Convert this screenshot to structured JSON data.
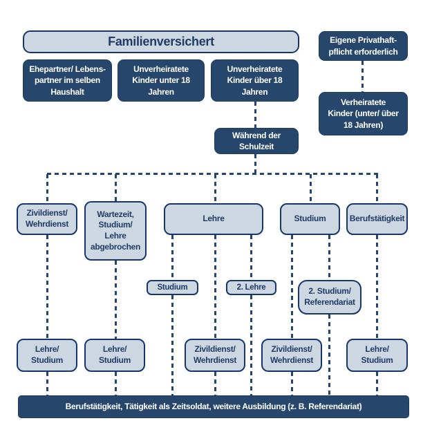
{
  "diagram": {
    "title": "Familienversichert",
    "note_top_right": "Eigene Privathaft-\npflicht erforderlich",
    "members": [
      {
        "label": "Ehepartner/ Lebens-\npartner im selben\nHaushalt"
      },
      {
        "label": "Unverheiratete\nKinder unter 18\nJahren"
      },
      {
        "label": "Unverheiratete\nKinder über 18\nJahren"
      }
    ],
    "married_children": "Verheiratete\nKinder (unter/ über\n18 Jahren)",
    "during_school": "Während der\nSchulzeit",
    "stage1": [
      {
        "label": "Zivildienst/\nWehrdienst"
      },
      {
        "label": "Wartezeit,\nStudium/\nLehre\nabgebrochen"
      },
      {
        "label": "Lehre"
      },
      {
        "label": "Studium"
      },
      {
        "label": "Berufstätigkeit"
      }
    ],
    "stage2": [
      {
        "label": "Studium"
      },
      {
        "label": "2. Lehre"
      },
      {
        "label": "2. Studium/\nReferendariat"
      }
    ],
    "stage3": [
      {
        "label": "Lehre/\nStudium"
      },
      {
        "label": "Lehre/\nStudium"
      },
      {
        "label": "Zivildienst/\nWehrdienst"
      },
      {
        "label": "Zivildienst/\nWehrdienst"
      },
      {
        "label": "Lehre/\nStudium"
      }
    ],
    "footer": "Berufstätigkeit, Tätigkeit als Zeitsoldat, weitere Ausbildung (z. B. Referendariat)",
    "colors": {
      "navy_fill": "#26466c",
      "light_fill": "#ccd7e2",
      "border_navy": "#15356b",
      "text_navy": "#1f3c66",
      "text_white": "#ffffff",
      "background": "#ffffff"
    }
  }
}
